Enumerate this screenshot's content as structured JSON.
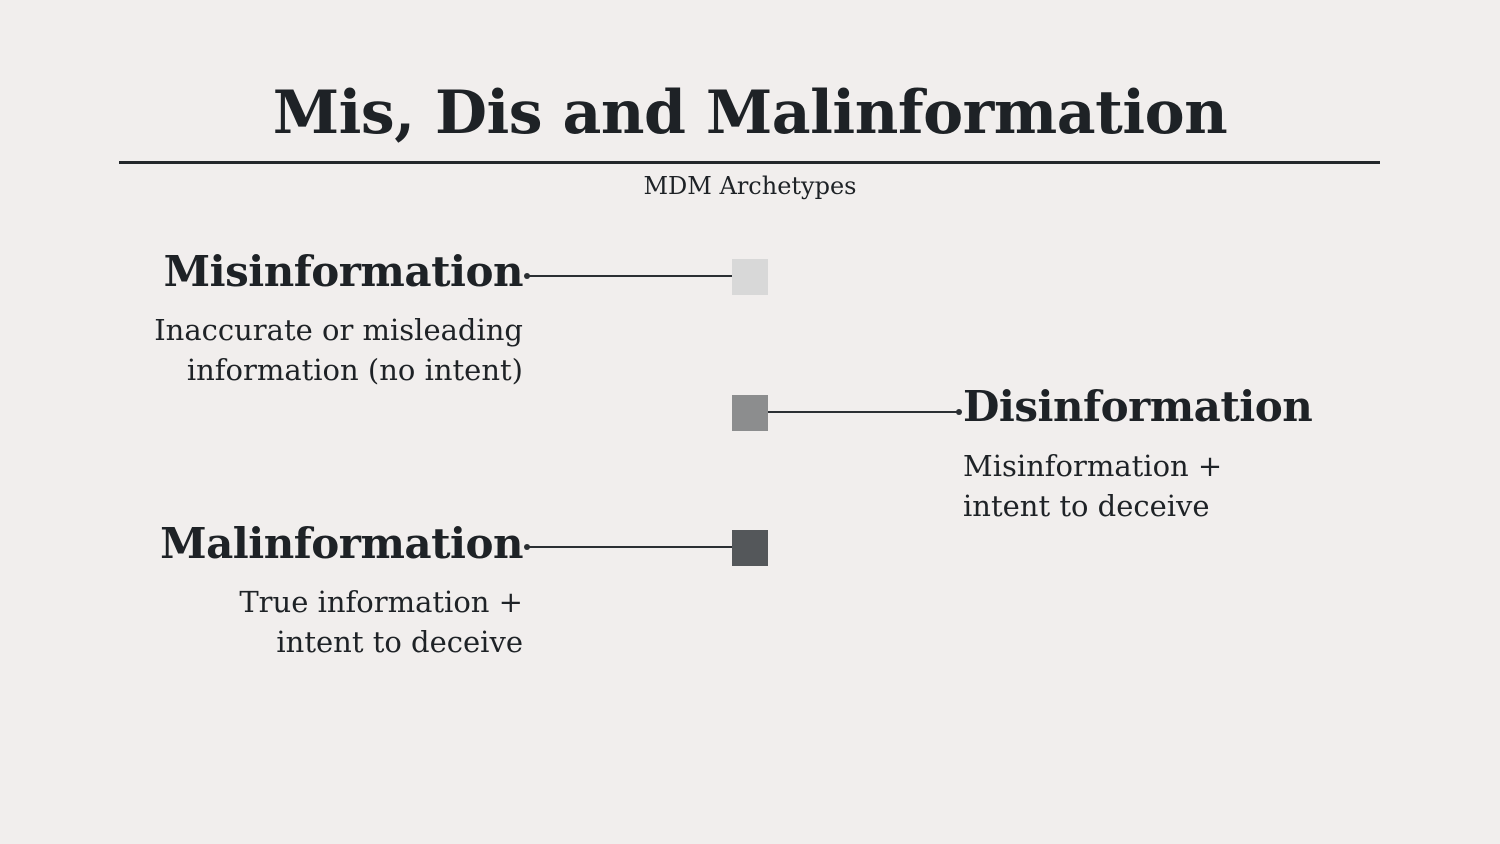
{
  "title": "Mis, Dis and Malinformation",
  "subtitle": "MDM Archetypes",
  "archetypes": [
    {
      "heading": "Misinformation",
      "description_line1": "Inaccurate or misleading",
      "description_line2": "information (no intent)",
      "color": "#d8d8d8"
    },
    {
      "heading": "Disinformation",
      "description_line1": "Misinformation +",
      "description_line2": "intent to deceive",
      "color": "#8c8d8e"
    },
    {
      "heading": "Malinformation",
      "description_line1": "True information +",
      "description_line2": "intent to deceive",
      "color": "#54575a"
    }
  ]
}
